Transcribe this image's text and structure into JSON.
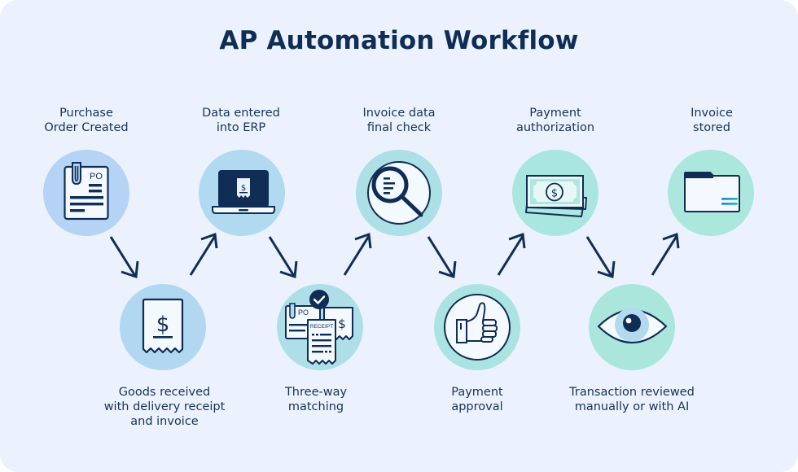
{
  "title": "AP Automation Workflow",
  "colors": {
    "background": "#ebf2fe",
    "title": "#0f2d55",
    "icon_stroke": "#0f2d55",
    "arrow": "#0f2d55",
    "step_circles": [
      "#b4d3f5",
      "#b1d7f1",
      "#b1d9ef",
      "#aedfe9",
      "#acdfe6",
      "#aae3e2",
      "#aae6e0",
      "#abe6dd",
      "#abe7dc"
    ]
  },
  "steps": [
    {
      "order": 1,
      "row": "top",
      "label_line1": "Purchase",
      "label_line2": "Order Created",
      "icon": "purchase-order-icon"
    },
    {
      "order": 2,
      "row": "bottom",
      "label_line1": "Goods received",
      "label_line2": "with delivery receipt",
      "label_line3": "and invoice",
      "icon": "receipt-dollar-icon"
    },
    {
      "order": 3,
      "row": "top",
      "label_line1": "Data entered",
      "label_line2": "into ERP",
      "icon": "laptop-invoice-icon"
    },
    {
      "order": 4,
      "row": "bottom",
      "label_line1": "Three-way",
      "label_line2": "matching",
      "icon": "three-way-match-icon",
      "icon_text_po": "PO",
      "icon_text_receipt": "RECEIPT"
    },
    {
      "order": 5,
      "row": "top",
      "label_line1": "Invoice data",
      "label_line2": "final check",
      "icon": "magnifier-icon"
    },
    {
      "order": 6,
      "row": "bottom",
      "label_line1": "Payment",
      "label_line2": "approval",
      "icon": "thumbs-up-icon"
    },
    {
      "order": 7,
      "row": "top",
      "label_line1": "Payment",
      "label_line2": "authorization",
      "icon": "cash-icon"
    },
    {
      "order": 8,
      "row": "bottom",
      "label_line1": "Transaction reviewed",
      "label_line2": "manually or with AI",
      "icon": "eye-icon"
    },
    {
      "order": 9,
      "row": "top",
      "label_line1": "Invoice",
      "label_line2": "stored",
      "icon": "folder-icon"
    }
  ],
  "icon_text": {
    "po": "PO",
    "receipt": "RECEIPT",
    "dollar": "$"
  }
}
